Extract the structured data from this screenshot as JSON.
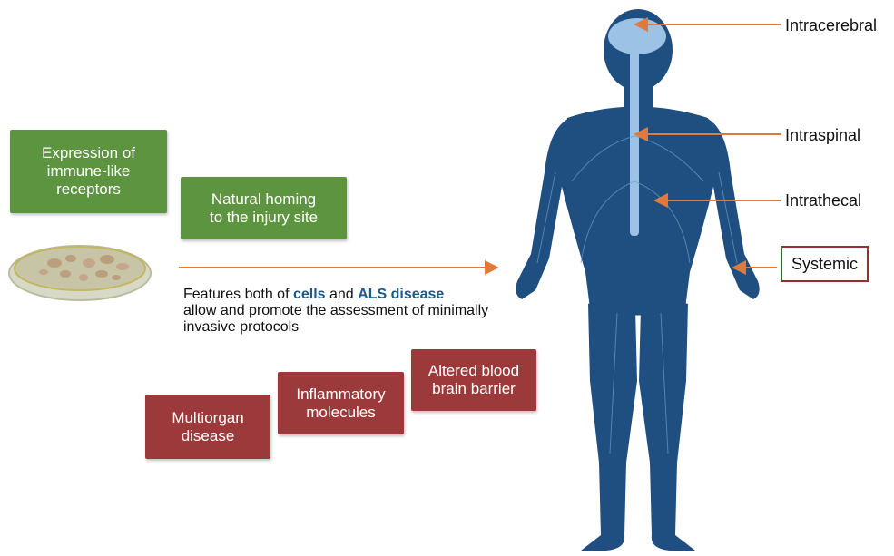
{
  "boxes": {
    "receptors": "Expression of\nimmune-like\nreceptors",
    "homing": "Natural homing\nto the injury site",
    "multiorgan": "Multiorgan\ndisease",
    "inflammatory": "Inflammatory\nmolecules",
    "bbb": "Altered blood\nbrain barrier"
  },
  "features": {
    "prefix": "Features both of ",
    "cells": "cells",
    "and": " and ",
    "als": "ALS disease",
    "suffix": "allow and promote the assessment of minimally invasive protocols"
  },
  "routes": {
    "intracerebral": "Intracerebral",
    "intraspinal": "Intraspinal",
    "intrathecal": "Intrathecal",
    "systemic": "Systemic"
  },
  "colors": {
    "green": "#5d943f",
    "red": "#9c3a3b",
    "body": "#1f4f80",
    "arrow": "#e07a3c",
    "highlight": "#1a5a8a"
  }
}
